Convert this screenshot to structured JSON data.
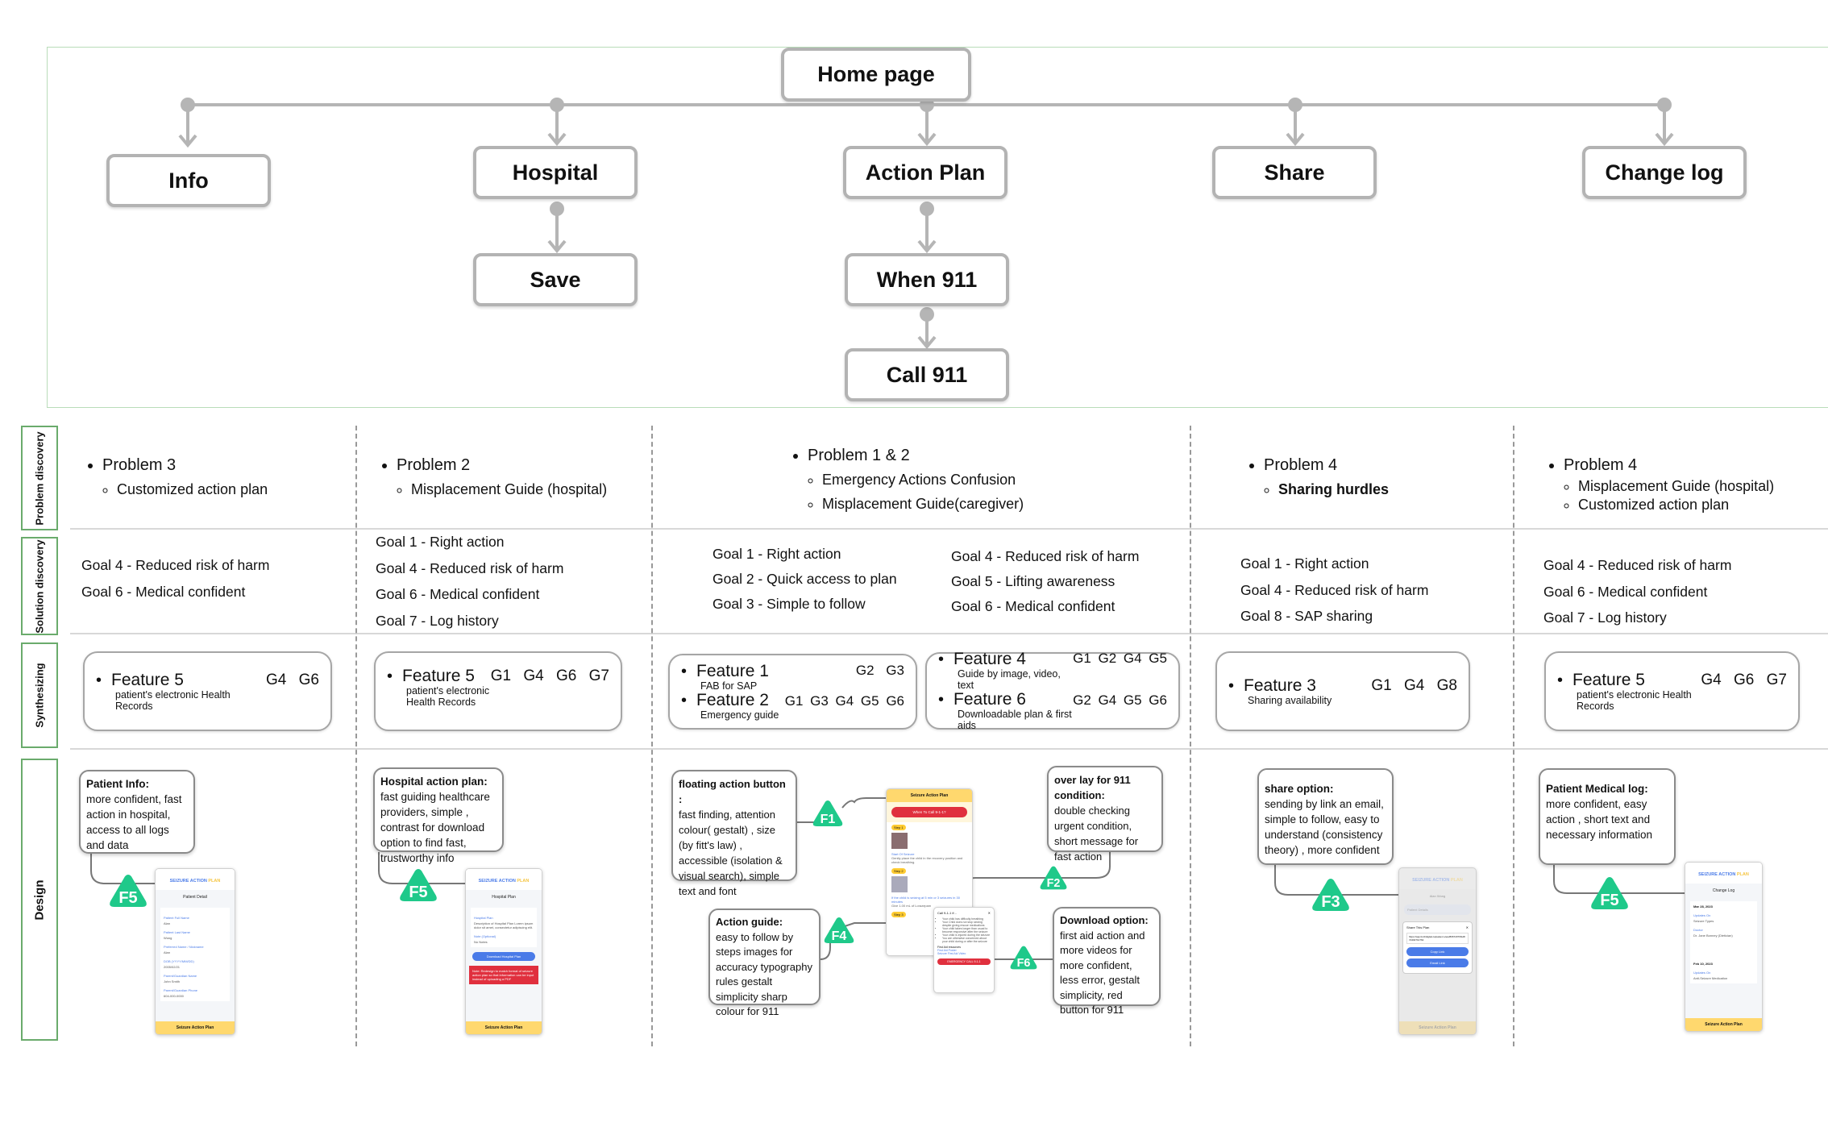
{
  "tree": {
    "root": "Home page",
    "level1": [
      "Info",
      "Hospital",
      "Action Plan",
      "Share",
      "Change log"
    ],
    "hospital_child": "Save",
    "action_children": [
      "When 911",
      "Call 911"
    ]
  },
  "row_labels": [
    "Problem discovery",
    "Solution discovery",
    "Synthesizing",
    "Design"
  ],
  "columns": [
    {
      "problem": "Problem 3",
      "sub": [
        "Customized action plan"
      ],
      "goals": [
        "Goal 4 - Reduced risk of harm",
        "Goal 6 - Medical confident"
      ],
      "features": [
        {
          "title": "Feature 5",
          "desc": "patient's electronic Health Records",
          "codes": "G4 G6"
        }
      ],
      "callout": {
        "heading": "Patient Info:",
        "body": "more confident, fast action in hospital, access to all logs and data"
      },
      "badge": "F5",
      "phone": {
        "title": "Patient Detail",
        "fields": [
          [
            "Patient Full Name",
            "Alan"
          ],
          [
            "Patient Last Name",
            "Wong"
          ],
          [
            "Preferred Name / Nickname",
            "Alan"
          ],
          [
            "DOB (YYYY/MM/DD)",
            "2005/02/21"
          ],
          [
            "Parent/Guardian Name",
            "John Smith"
          ],
          [
            "Parent/Guardian Phone",
            "604-000-0000"
          ]
        ]
      }
    },
    {
      "problem": "Problem 2",
      "sub": [
        "Misplacement Guide (hospital)"
      ],
      "goals": [
        "Goal 1 - Right action",
        "Goal 4 - Reduced risk of harm",
        "Goal 6 - Medical confident",
        "Goal 7 - Log history"
      ],
      "features": [
        {
          "title": "Feature 5",
          "desc": "patient's electronic Health Records",
          "codes": "G1 G4 G6 G7"
        }
      ],
      "callout": {
        "heading": "Hospital action plan:",
        "body": "fast guiding healthcare providers, simple , contrast for download option to find fast, trustworthy info"
      },
      "badge": "F5",
      "phone": {
        "title": "Hospital Plan",
        "fields": [
          [
            "Hospital Plan",
            "Description of Hospital Plan Lorem ipsum dolor sit amet, consectetur adipiscing elit."
          ],
          [
            "Note (Optional)",
            "No Notes"
          ]
        ],
        "button": "Download Hospital Plan",
        "note": "Note: Redesign to match format of seizure action plan so that information can be input instead of uploading a PDF"
      }
    },
    {
      "problem": "Problem 1 & 2",
      "sub": [
        "Emergency Actions Confusion",
        "Misplacement Guide(caregiver)"
      ],
      "goals_left": [
        "Goal 1 - Right action",
        "Goal 2 - Quick access to plan",
        "Goal 3 - Simple to follow"
      ],
      "goals_right": [
        "Goal 4 - Reduced risk of harm",
        "Goal 5 - Lifting awareness",
        "Goal 6 - Medical confident"
      ],
      "features_a": [
        {
          "title": "Feature 1",
          "desc": "FAB for SAP",
          "codes": "G2 G3"
        },
        {
          "title": "Feature 2",
          "desc": "Emergency guide",
          "codes": "G1 G3 G4 G5 G6"
        }
      ],
      "features_b": [
        {
          "title": "Feature 4",
          "desc": "Guide by image, video, text",
          "codes": "G1 G2 G4 G5"
        },
        {
          "title": "Feature 6",
          "desc": "Downloadable plan & first aids",
          "codes": "G2 G4 G5 G6"
        }
      ],
      "callouts": {
        "fab": {
          "heading": "floating action button :",
          "body": "fast finding, attention colour( gestalt) , size (by fitt's law) , accessible (isolation & visual search), simple text and font"
        },
        "guide": {
          "heading": "Action guide:",
          "body": "easy to follow by steps images for accuracy typography rules gestalt simplicity sharp colour for 911"
        },
        "overlay": {
          "heading": "over lay for 911 condition:",
          "body": "double checking urgent condition, short message for fast action"
        },
        "download": {
          "heading": "Download option:",
          "body": "first aid action and more videos for more confident, less error, gestalt simplicity, red button for 911"
        }
      },
      "badges": [
        "F1",
        "F4",
        "F2",
        "F6"
      ],
      "phone": {
        "header": "Seizure Action Plan",
        "call_button": "When To Call 9-1-1?",
        "steps": [
          "Step 1",
          "Step 2",
          "Step 3"
        ],
        "step1_title": "Start Of Seizure",
        "step1_text": "Gently place the child in the recovery position and check breathing.",
        "step2_title": "If the child is seizing at 5 min or 3 seizures in 30 minutes",
        "step2_text": "Give 1.00 mL of Lorazepam"
      },
      "overlay_phone": {
        "title": "Call 9-1-1 if...",
        "items": [
          "Your child has difficulty breathing",
          "Your Child does not stop seizing despite giving rescue medications",
          "Your child takes longer than usual to become responsive after the seizure",
          "Your child is injured during the seizure",
          "You are otherwise concerned about your child during or after the seizure"
        ],
        "resources": "First Aid resources",
        "links": [
          "First Aid Poster",
          "Seizure First Aid Video"
        ],
        "button": "EMERGENCY CALL 9-1-1"
      }
    },
    {
      "problem": "Problem 4",
      "sub": [
        "Sharing hurdles"
      ],
      "goals": [
        "Goal 1 - Right action",
        "Goal 4 - Reduced risk of harm",
        "Goal 8 - SAP sharing"
      ],
      "features": [
        {
          "title": "Feature 3",
          "desc": "Sharing availability",
          "codes": "G1 G4 G8"
        }
      ],
      "callout": {
        "heading": "share option:",
        "body": "sending by link an email, simple to follow, easy to understand (consistency theory) , more confident"
      },
      "badge": "F3",
      "phone": {
        "name": "Alan Wong",
        "item": "Patient Details",
        "modal_title": "Share This Plan",
        "link": "https://sap.bcchdigital.ca/patient-view/8067207/81d87d4027b1762",
        "copy": "Copy Link",
        "email": "Email Link"
      }
    },
    {
      "problem": "Problem 4",
      "sub": [
        "Misplacement Guide (hospital)",
        "Customized action plan"
      ],
      "goals": [
        "Goal 4 - Reduced risk of harm",
        "Goal 6 - Medical confident",
        "Goal 7 - Log history"
      ],
      "features": [
        {
          "title": "Feature 5",
          "desc": "patient's electronic Health Records",
          "codes": "G4 G6 G7"
        }
      ],
      "callout": {
        "heading": "Patient Medical log:",
        "body": "more confident, easy action , short text and necessary information"
      },
      "badge": "F5",
      "phone": {
        "title": "Change Log",
        "entries": [
          [
            "Mar 28, 2023",
            "Updates On",
            "Seizure Types",
            "Doctor",
            "Dr. Jane Bonney (Dietician)"
          ],
          [
            "Feb 10, 2023",
            "Updates On",
            "Anti-Seizure Medication"
          ]
        ]
      }
    }
  ],
  "app_brand": {
    "a": "SEIZURE ACTION ",
    "b": "PLAN",
    "footer": "Seizure Action Plan"
  },
  "colors": {
    "badge": "#1fc98a",
    "frame": "#b9dcb9",
    "label_border": "#6aab6c",
    "node_border": "#b3b3b3",
    "accent_blue": "#4a7be8",
    "accent_yellow": "#ffd86e",
    "alert_red": "#e0303e"
  }
}
